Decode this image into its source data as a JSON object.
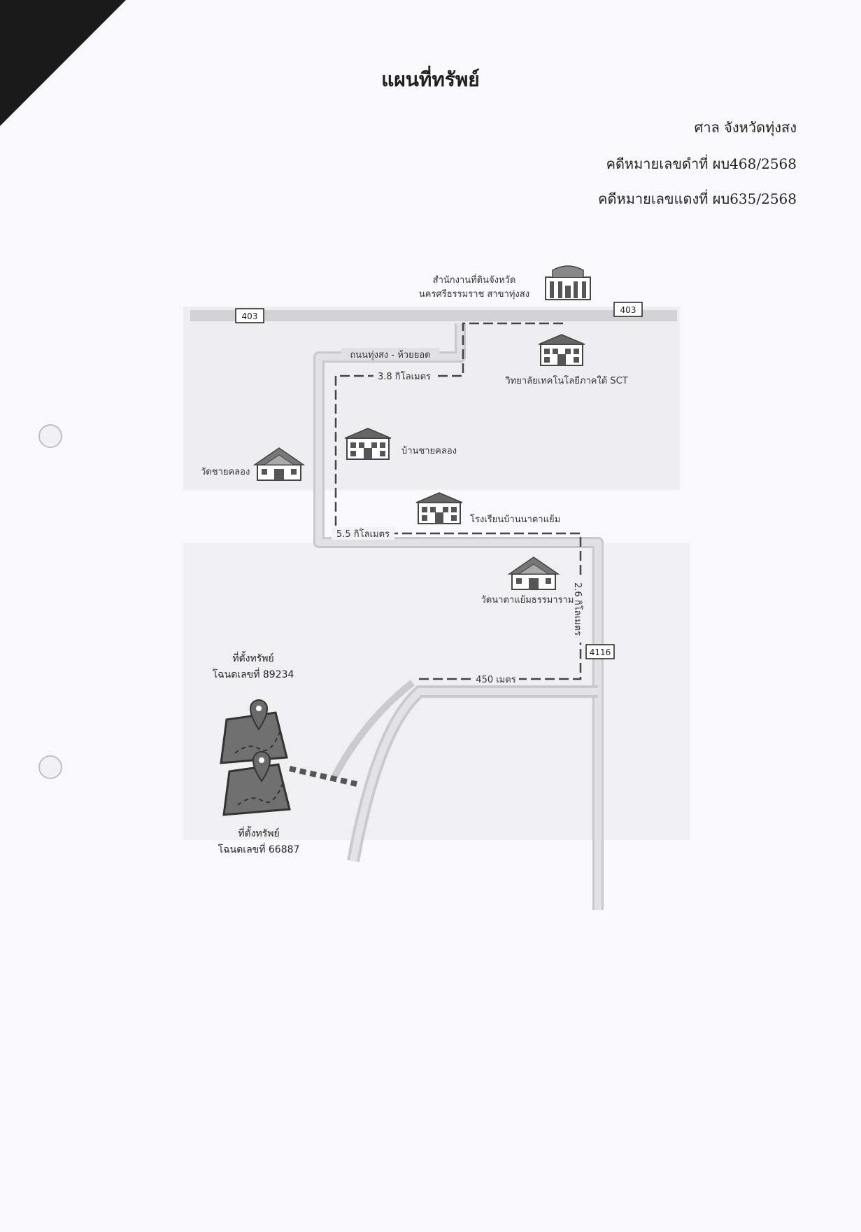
{
  "document": {
    "title": "แผนที่ทรัพย์",
    "court": "ศาล จังหวัดทุ่งสง",
    "black_case": "คดีหมายเลขดำที่ ผบ468/2568",
    "red_case": "คดีหมายเลขแดงที่ ผบ635/2568"
  },
  "map": {
    "road_numbers": {
      "left_403": "403",
      "right_403": "403",
      "road_4116": "4116"
    },
    "road_name": "ถนนทุ่งสง - ห้วยยอด",
    "distances": {
      "d1": "3.8 กิโลเมตร",
      "d2": "5.5 กิโลเมตร",
      "d3": "2.6 กิโลเมตร",
      "d4": "450 เมตร"
    },
    "landmarks": {
      "land_office_line1": "สำนักงานที่ดินจังหวัด",
      "land_office_line2": "นครศรีธรรมราช สาขาทุ่งสง",
      "college": "วิทยาลัยเทคโนโลยีภาคใต้ SCT",
      "ban_chai_khlong": "บ้านชายคลอง",
      "wat_chai_khlong": "วัดชายคลอง",
      "school_na_ta_yaem": "โรงเรียนบ้านนาตาแย้ม",
      "wat_na_ta_yaem": "วัดนาตาแย้มธรรมาราม"
    },
    "plots": {
      "plot1_line1": "ที่ตั้งทรัพย์",
      "plot1_line2": "โฉนดเลขที่ 89234",
      "plot2_line1": "ที่ตั้งทรัพย์",
      "plot2_line2": "โฉนดเลขที่ 66887"
    }
  }
}
